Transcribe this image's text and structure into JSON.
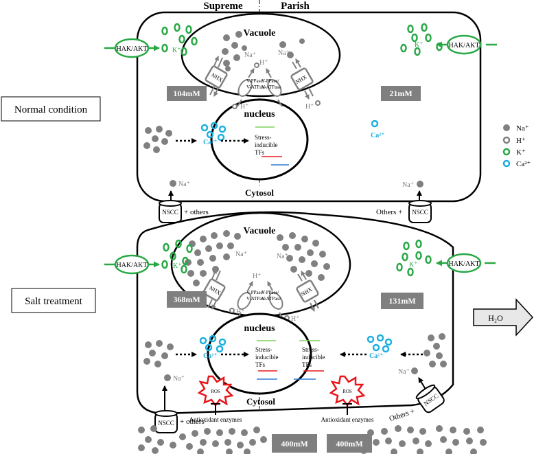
{
  "header": {
    "left": "Supreme",
    "right": "Parish"
  },
  "conditions": {
    "normal": "Normal condition",
    "salt": "Salt treatment"
  },
  "labels": {
    "vacuole": "Vacuole",
    "nucleus": "nucleus",
    "cytosol": "Cytosol",
    "nhx": "NHX",
    "hak": "HAK/AKT",
    "nscc": "NSCC",
    "plus_others": "+ others",
    "others_plus": "Others +",
    "ros": "ROS",
    "antioxidant": "Antioxidant enzymes",
    "h2o": "H₂O",
    "vpp_line1": "V-PPase/",
    "vpp_line2": "V-ATPase",
    "tf_line1": "Stress-",
    "tf_line2": "inducible",
    "tf_line3": "TFs",
    "ion_na": "Na⁺",
    "ion_h": "H⁺",
    "ion_k": "K⁺",
    "ion_ca": "Ca²⁺"
  },
  "concentrations": {
    "normal_supreme": "104mM",
    "normal_parish": "21mM",
    "salt_supreme": "368mM",
    "salt_parish": "131mM",
    "soil_supreme": "400mM",
    "soil_parish": "400mM"
  },
  "legend": [
    {
      "label": "Na⁺",
      "color": "#808080",
      "style": "filled"
    },
    {
      "label": "H⁺",
      "color": "#808080",
      "style": "ring"
    },
    {
      "label": "K⁺",
      "color": "#27a844",
      "style": "ring"
    },
    {
      "label": "Ca²⁺",
      "color": "#1ab0e0",
      "style": "ring"
    }
  ],
  "colors": {
    "na": "#808080",
    "k": "#27a844",
    "ca": "#1ab0e0",
    "box": "#7f7f7f",
    "ros": "#e8161b",
    "tf_green": "#7fd05a",
    "tf_red": "#e8161b",
    "tf_blue": "#2e7bd6"
  }
}
